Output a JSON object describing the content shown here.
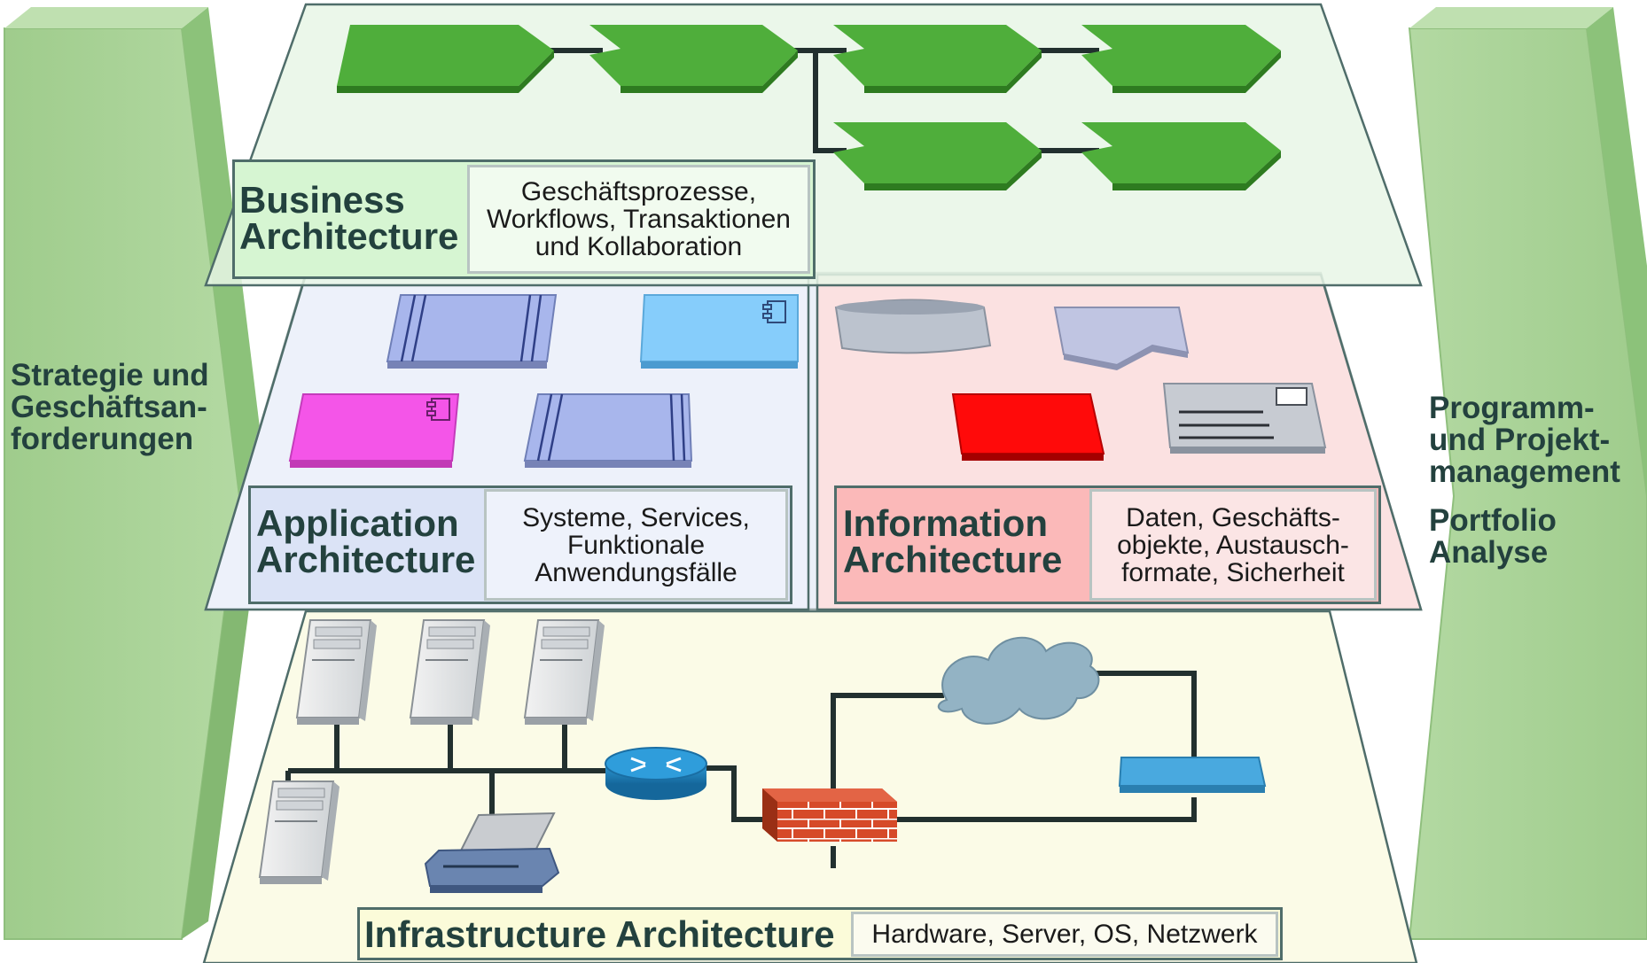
{
  "side_left": {
    "lines": [
      "Strategie und",
      "Geschäftsan-",
      "forderungen"
    ]
  },
  "side_right": {
    "lines": [
      "Programm-",
      "und Projekt-",
      "management"
    ],
    "lines2": [
      "Portfolio",
      "Analyse"
    ]
  },
  "business": {
    "title_lines": [
      "Business",
      "Architecture"
    ],
    "desc_lines": [
      "Geschäftsprozesse,",
      "Workflows, Transaktionen",
      "und Kollaboration"
    ]
  },
  "application": {
    "title_lines": [
      "Application",
      "Architecture"
    ],
    "desc_lines": [
      "Systeme, Services,",
      "Funktionale",
      "Anwendungsfälle"
    ]
  },
  "information": {
    "title_lines": [
      "Information",
      "Architecture"
    ],
    "desc_lines": [
      "Daten, Geschäfts-",
      "objekte, Austausch-",
      "formate, Sicherheit"
    ]
  },
  "infrastructure": {
    "title": "Infrastructure Architecture",
    "desc": "Hardware, Server, OS, Netzwerk"
  },
  "colors": {
    "pillar": "#a5cf92",
    "process_green": "#4fae3b",
    "business_plane": "#eef8ee",
    "application_plane": "#edf1fa",
    "information_plane": "#fbe3e3",
    "infrastructure_plane": "#fbfbe8",
    "firewall": "#d54b2a",
    "cloud": "#93b3c4",
    "router": "#1f86c4"
  }
}
